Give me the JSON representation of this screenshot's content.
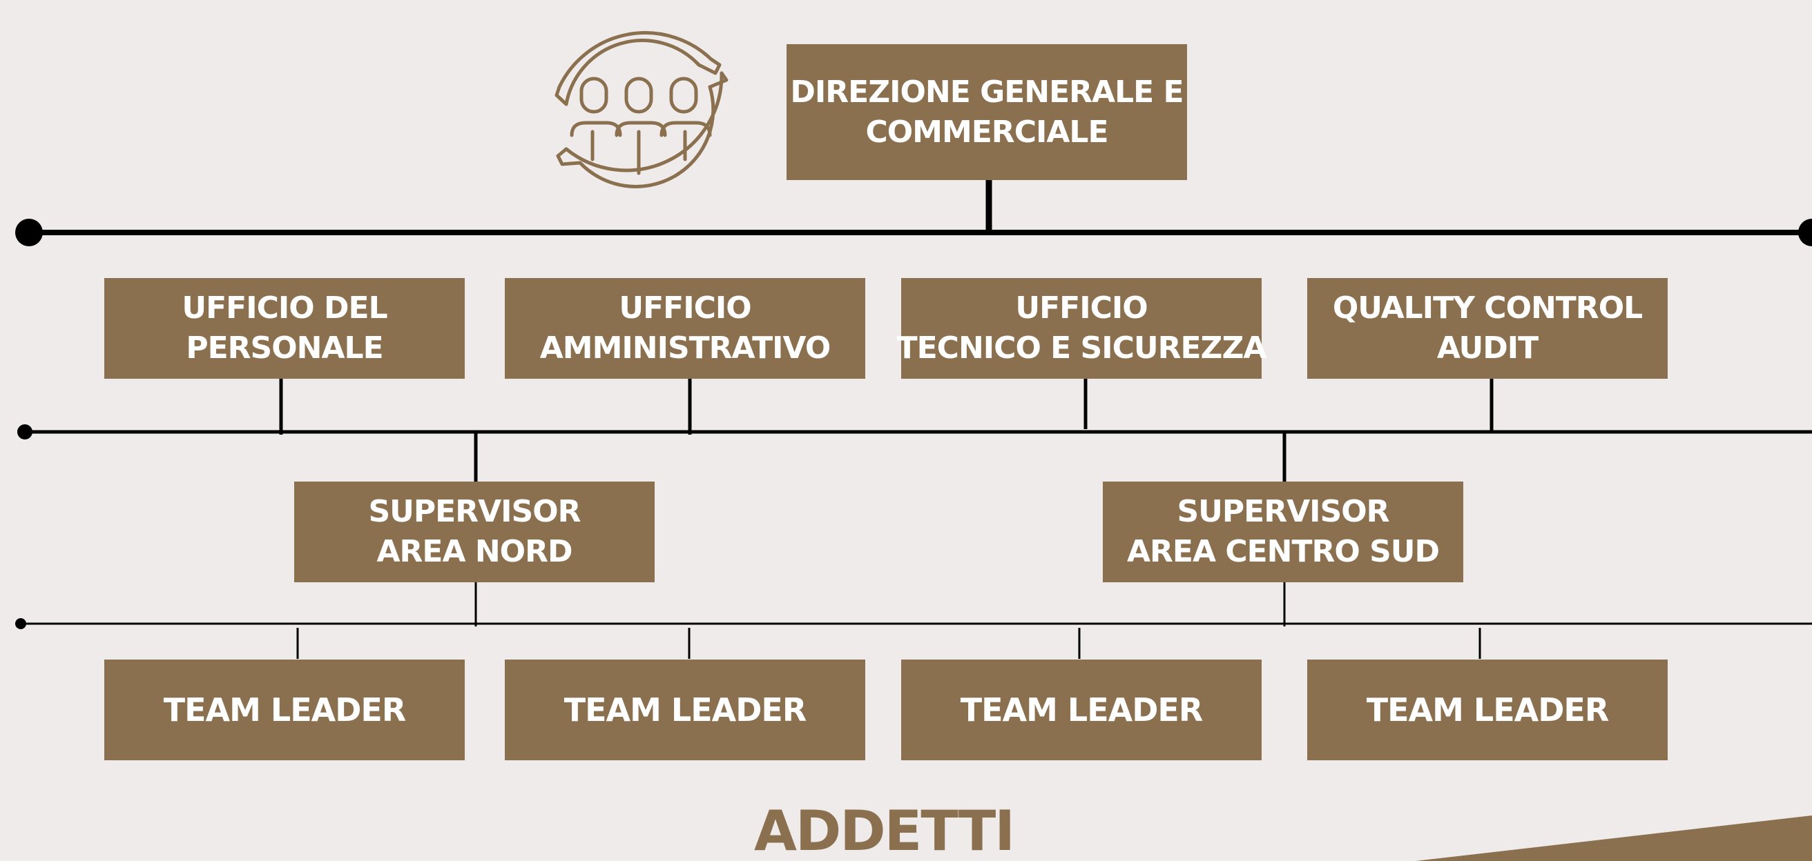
{
  "colors": {
    "background": "#efebea",
    "box": "#8a704e",
    "box_text": "#ffffff",
    "line": "#000000",
    "accent_text": "#8a704e"
  },
  "logo": {
    "icon": "team-circle-icon"
  },
  "direzione": {
    "line1": "DIREZIONE GENERALE E",
    "line2": "COMMERCIALE"
  },
  "offices": [
    {
      "line1": "UFFICIO DEL",
      "line2": "PERSONALE"
    },
    {
      "line1": "UFFICIO",
      "line2": "AMMINISTRATIVO"
    },
    {
      "line1": "UFFICIO",
      "line2": "TECNICO E SICUREZZA"
    },
    {
      "line1": "QUALITY CONTROL",
      "line2": "AUDIT"
    }
  ],
  "supervisors": [
    {
      "line1": "SUPERVISOR",
      "line2": "AREA NORD"
    },
    {
      "line1": "SUPERVISOR",
      "line2": "AREA CENTRO SUD"
    }
  ],
  "team_leaders": [
    {
      "label": "TEAM LEADER"
    },
    {
      "label": "TEAM LEADER"
    },
    {
      "label": "TEAM LEADER"
    },
    {
      "label": "TEAM LEADER"
    }
  ],
  "addetti": "ADDETTI"
}
